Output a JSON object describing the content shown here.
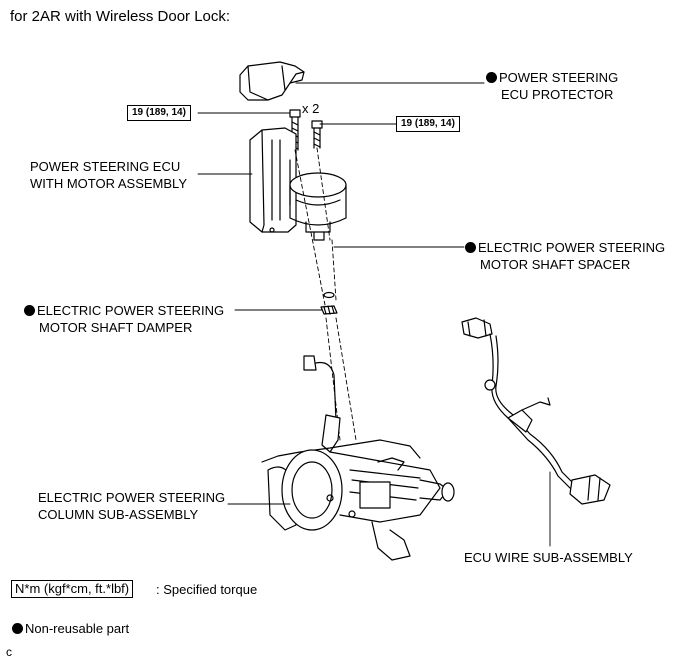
{
  "title": "for 2AR with Wireless Door Lock:",
  "torque": {
    "left": "19 (189, 14)",
    "right": "19 (189, 14)",
    "qty": "x 2"
  },
  "labels": {
    "ecu_protector": [
      "POWER STEERING",
      "ECU PROTECTOR"
    ],
    "ecu_motor": [
      "POWER STEERING ECU",
      "WITH MOTOR ASSEMBLY"
    ],
    "shaft_spacer": [
      "ELECTRIC POWER STEERING",
      "MOTOR SHAFT SPACER"
    ],
    "shaft_damper": [
      "ELECTRIC POWER STEERING",
      "MOTOR SHAFT DAMPER"
    ],
    "column": [
      "ELECTRIC POWER STEERING",
      "COLUMN SUB-ASSEMBLY"
    ],
    "wire": "ECU WIRE SUB-ASSEMBLY"
  },
  "legend": {
    "torque_unit": "N*m (kgf*cm, ft.*lbf)",
    "torque_text": ": Specified torque",
    "nonreusable": "Non-reusable part"
  },
  "figure_code": "c"
}
